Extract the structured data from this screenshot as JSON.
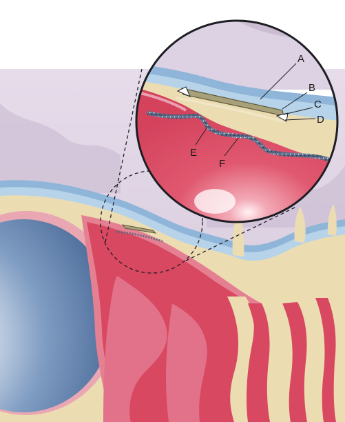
{
  "diagram": {
    "callout_labels": [
      {
        "id": "A",
        "text": "A"
      },
      {
        "id": "B",
        "text": "B"
      },
      {
        "id": "C",
        "text": "C"
      },
      {
        "id": "D",
        "text": "D"
      },
      {
        "id": "E",
        "text": "E"
      },
      {
        "id": "F",
        "text": "F"
      }
    ],
    "colors": {
      "background": "#ffffff",
      "brain_lavender": "#dcd0e0",
      "brain_light": "#ebe4ee",
      "csf_blue": "#8fb5d9",
      "csf_light_blue": "#b6d3ea",
      "bone_beige": "#ecdcb2",
      "mucosa_pink": "#e58092",
      "mucosa_deep": "#cc5e74",
      "tissue_red": "#d84860",
      "orbit_blue": "#5879a6",
      "orbit_highlight": "#eef2f7",
      "graft_olive": "#a8a079",
      "graft_edge": "#5f5a3e",
      "outline_dark": "#1d1d24"
    }
  }
}
